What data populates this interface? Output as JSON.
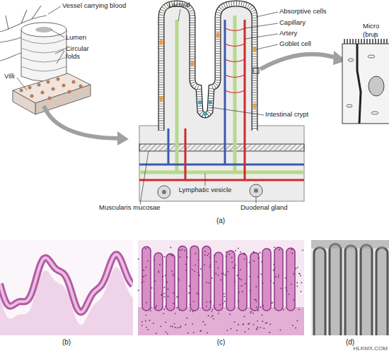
{
  "diagram": {
    "nodes": [
      {
        "text": [
          "(b)"
        ]
      },
      {
        "text": [
          "(c)"
        ]
      },
      {
        "text": [
          "(d)"
        ]
      }
    ],
    "labels": [
      "Vessel carrying blood",
      "Lumen",
      "Circular folds",
      "Villi",
      "Lacteal",
      "Absorptive cells",
      "Capillary",
      "Artery",
      "Goblet cell",
      "Micro",
      "(brus",
      "Intestinal crypt",
      "Lymphatic vesicle",
      "Muscularis mucosae",
      "Duodenal gland",
      "(a)",
      "HLKMX.COM"
    ]
  }
}
